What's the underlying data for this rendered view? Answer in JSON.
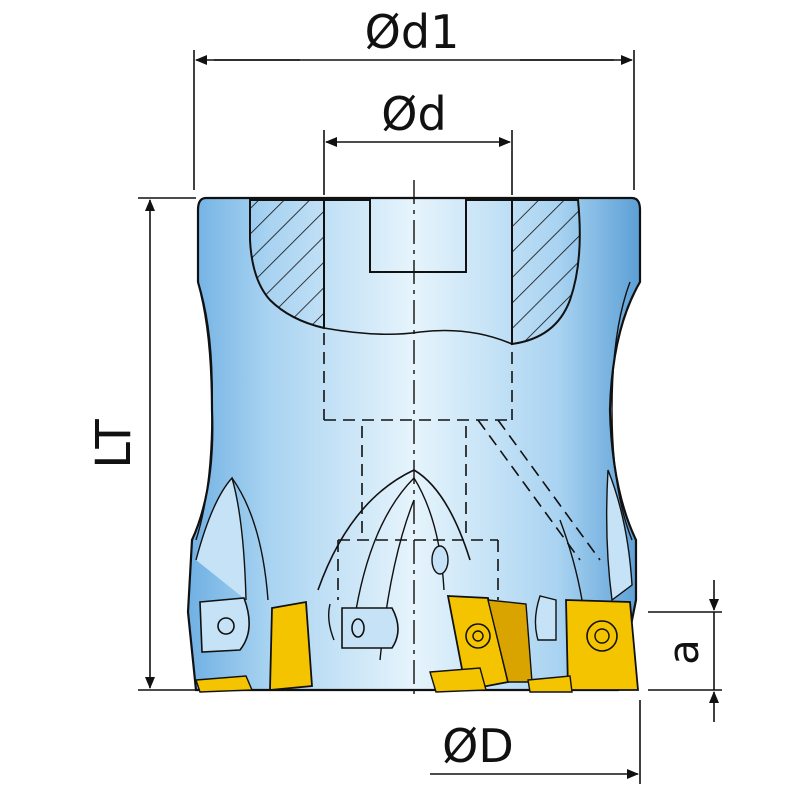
{
  "dimensions": {
    "d1_label": "Ød1",
    "d_label": "Ød",
    "lt_label": "LT",
    "a_label": "a",
    "D_label": "ØD"
  },
  "colors": {
    "body_light": "#dff0fb",
    "body_mid": "#a9d3f1",
    "body_dark": "#5b9fd6",
    "insert": "#f5c400",
    "insert_shade": "#d9a300",
    "line": "#111111"
  },
  "parts": [
    "milling-cutter-body",
    "hatched-section",
    "center-bore",
    "indexable-inserts",
    "torx-screws"
  ]
}
